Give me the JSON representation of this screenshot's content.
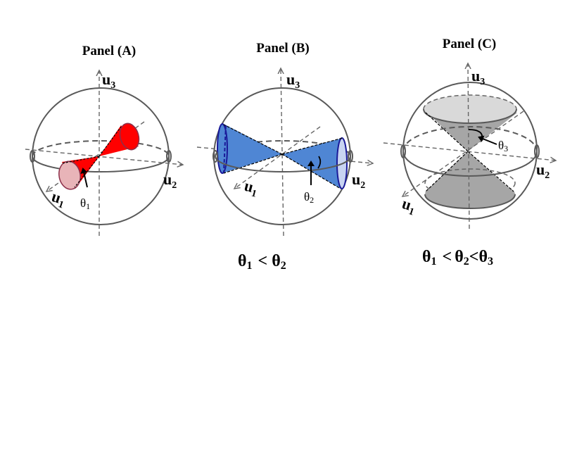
{
  "panels": [
    {
      "title": "Panel (A)",
      "axes": {
        "u1": "u",
        "u1_sub": "1",
        "u2": "u",
        "u2_sub": "2",
        "u3": "u",
        "u3_sub": "3"
      },
      "angle_label": "θ",
      "angle_sub": "1",
      "cone_color": "#ff0000",
      "cone_cap_color": "#e8b4b8",
      "cone_axis": "u1-u2 diagonal (narrow cone)"
    },
    {
      "title": "Panel (B)",
      "axes": {
        "u1": "u",
        "u1_sub": "1",
        "u2": "u",
        "u2_sub": "2",
        "u3": "u",
        "u3_sub": "3"
      },
      "angle_label": "θ",
      "angle_sub": "2",
      "cone_color": "#4f86d4",
      "cone_edge_color": "#1a1a99",
      "cone_axis": "horizontal (medium cone)",
      "relation": {
        "a": "θ",
        "a_sub": "1",
        "op": "<",
        "b": "θ",
        "b_sub": "2"
      }
    },
    {
      "title": "Panel (C)",
      "axes": {
        "u1": "u",
        "u1_sub": "1",
        "u2": "u",
        "u2_sub": "2",
        "u3": "u",
        "u3_sub": "3"
      },
      "angle_label": "θ",
      "angle_sub": "3",
      "cone_color": "#a6a6a6",
      "cone_cap_color": "#d9d9d9",
      "cone_axis": "vertical u3 (wide cone)",
      "relation": {
        "a": "θ",
        "a_sub": "1",
        "op1": "<",
        "b": "θ",
        "b_sub": "2",
        "op2": "<",
        "c": "θ",
        "c_sub": "3"
      }
    }
  ]
}
